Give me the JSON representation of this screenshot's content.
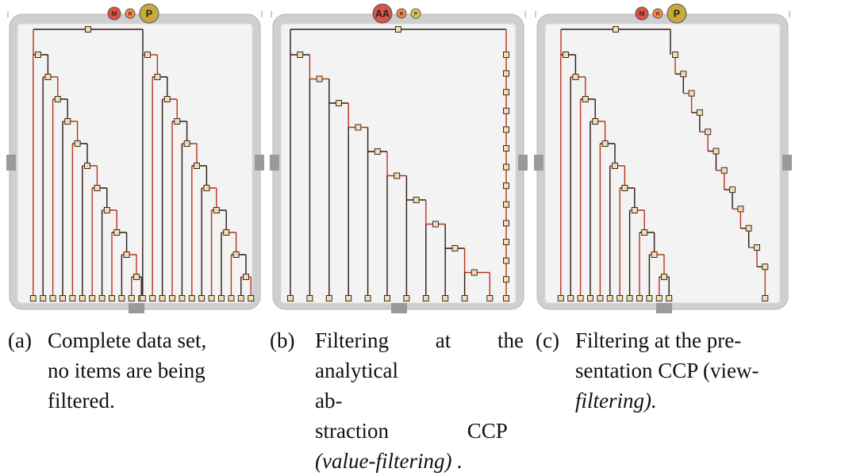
{
  "panels": [
    {
      "id": "a",
      "badges": [
        {
          "text": "M",
          "color": "#d9534a",
          "size": "small"
        },
        {
          "text": "R",
          "color": "#f08c4a",
          "size": "tiny"
        },
        {
          "text": "P",
          "color": "#c9a93a",
          "size": "large"
        }
      ],
      "tree": "complete",
      "caption_tag": "(a)",
      "caption_lines": [
        "Complete data set,",
        "no items are being",
        "filtered."
      ]
    },
    {
      "id": "b",
      "badges": [
        {
          "text": "AA",
          "color": "#d9534a",
          "size": "large"
        },
        {
          "text": "R",
          "color": "#f08c4a",
          "size": "tiny"
        },
        {
          "text": "P",
          "color": "#d8c65a",
          "size": "tiny"
        }
      ],
      "tree": "value-filtering",
      "caption_tag": "(b)",
      "caption_lines": [
        "Filtering at the",
        "analytical ab-",
        "straction CCP",
        "(value-filtering) ."
      ]
    },
    {
      "id": "c",
      "badges": [
        {
          "text": "M",
          "color": "#d9534a",
          "size": "small"
        },
        {
          "text": "R",
          "color": "#f08c4a",
          "size": "tiny"
        },
        {
          "text": "P",
          "color": "#c9a93a",
          "size": "large"
        }
      ],
      "tree": "view-filtering",
      "caption_tag": "(c)",
      "caption_lines": [
        "Filtering at the pre-",
        "sentation CCP (view-",
        "filtering)."
      ]
    }
  ]
}
